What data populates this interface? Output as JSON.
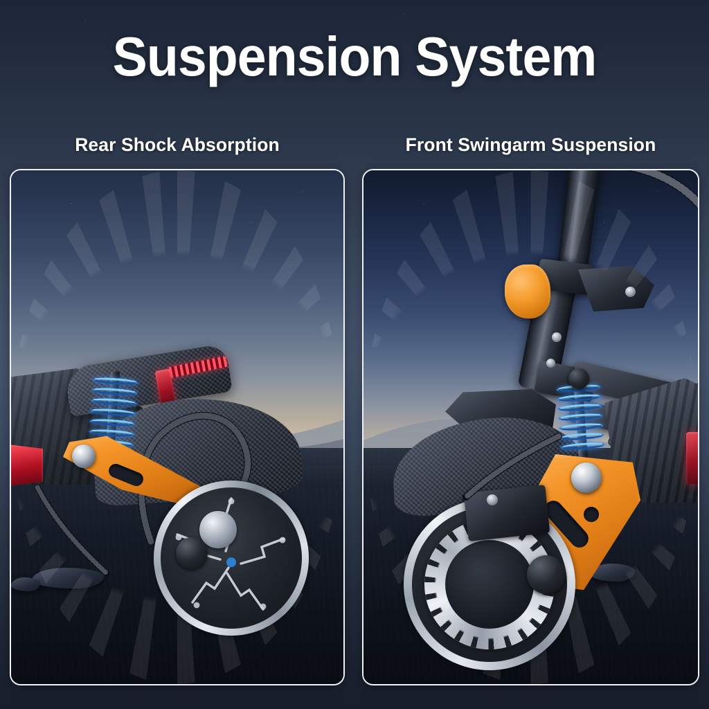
{
  "header": {
    "title": "Suspension System"
  },
  "panels": [
    {
      "id": "rear",
      "caption": "Rear Shock Absorption",
      "components": {
        "spring": "blue-coil-spring",
        "swingarm": "orange-swingarm",
        "fender": "carbon-fiber-rear-fender",
        "taillight": "red-led-taillight",
        "wheel": "rear-wheel-chrome-rim",
        "tire": "off-road-knobby-tire",
        "cable": "spiral-wrapped-cable"
      },
      "scene": "desert-dusk-landscape"
    },
    {
      "id": "front",
      "caption": "Front Swingarm Suspension",
      "components": {
        "spring": "blue-coil-spring",
        "swingarm": "orange-swingarm",
        "stem": "folding-stem-tube",
        "knob": "orange-folding-knob",
        "hinge": "folding-hinge-clamp",
        "rotor": "front-disc-brake-rotor",
        "caliper": "brake-caliper",
        "wheel": "front-wheel-chrome-rim",
        "tire": "off-road-knobby-tire",
        "cable": "spiral-wrapped-cable"
      },
      "scene": "desert-dusk-landscape"
    }
  ],
  "colors": {
    "accent_orange": "#f39427",
    "spring_blue": "#2e7fd6",
    "taillight_red": "#ff4d5a",
    "panel_border": "#eef1f5",
    "background_top": "#1d2637",
    "background_mid": "#47546c",
    "background_bottom": "#181f2c",
    "title_text": "#ffffff"
  }
}
